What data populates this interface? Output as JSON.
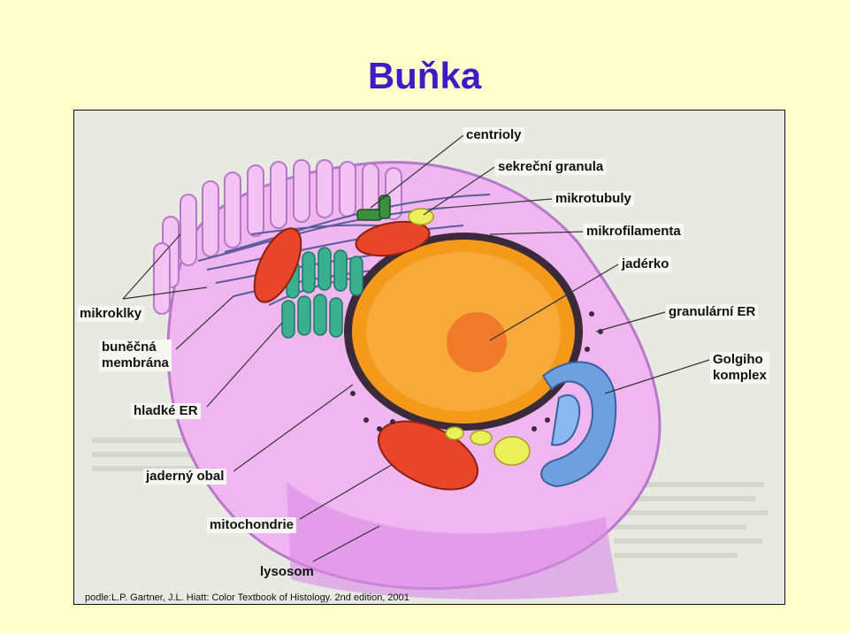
{
  "title": "Buňka",
  "labels": {
    "centrioly": "centrioly",
    "sekrecni_granula": "sekreční granula",
    "mikrotubuly": "mikrotubuly",
    "mikrofilamenta": "mikrofilamenta",
    "jaderko": "jadérko",
    "granularni_er": "granulární ER",
    "golgiho": "Golgiho\nkomplex",
    "mikroklky": "mikroklky",
    "bunecna_membrana": "buněčná\nmembrána",
    "hladke_er": "hladké ER",
    "jaderny_obal": "jaderný obal",
    "mitochondrie": "mitochondrie",
    "lysosom": "lysosom"
  },
  "citation": "podle:L.P. Gartner, J.L. Hiatt: Color Textbook of Histology. 2nd edition, 2001",
  "colors": {
    "background": "#ffffcc",
    "title": "#3d1cc4",
    "cytoplasm": "#f0b6f0",
    "membrane": "#c98ad6",
    "nucleus": "#f39a1a",
    "nucleolus": "#f07a2a",
    "mitochondria": "#e8452a",
    "golgi": "#6ea0e0",
    "smooth_er": "#3ab090",
    "secretory_granule": "#eaf05a"
  }
}
